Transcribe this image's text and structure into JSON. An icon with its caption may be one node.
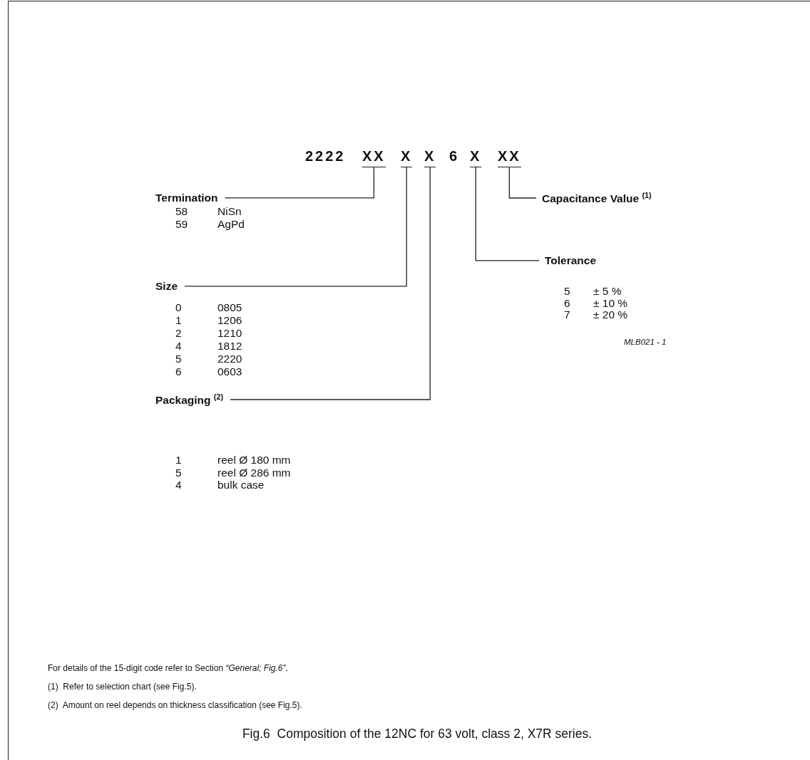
{
  "diagram": {
    "caption": "Fig.6  Composition of the 12NC for 63 volt, class 2, X7R series.",
    "nodes": [
      {
        "text": [
          "XX"
        ]
      },
      {
        "text": [
          "X"
        ]
      },
      {
        "text": [
          "X"
        ]
      },
      {
        "text": [
          "X"
        ]
      },
      {
        "text": [
          "XX"
        ]
      },
      {
        "text": [
          "Termination"
        ]
      },
      {
        "text": [
          "Size"
        ]
      },
      {
        "text": [
          "Packaging $^{(2)}$"
        ]
      },
      {
        "text": [
          "Tolerance"
        ]
      },
      {
        "text": [
          "Capacitance Value $^{(1)}$"
        ]
      }
    ],
    "edges": [
      {
        "from": 5,
        "to": 0,
        "arrow": "none"
      },
      {
        "from": 6,
        "to": 1,
        "arrow": "none"
      },
      {
        "from": 7,
        "to": 2,
        "arrow": "none"
      },
      {
        "from": 8,
        "to": 3,
        "arrow": "none"
      },
      {
        "from": 9,
        "to": 4,
        "arrow": "none"
      }
    ],
    "labels": [
      "2222",
      "6",
      "58",
      "NiSn",
      "59",
      "AgPd",
      "0",
      "0805",
      "1",
      "1206",
      "2",
      "1210",
      "4",
      "1812",
      "5",
      "2220",
      "6",
      "0603",
      "1",
      "reel Ø 180 mm",
      "5",
      "reel Ø 286 mm",
      "4",
      "bulk case",
      "5",
      "± 5 %",
      "6",
      "± 10 %",
      "7",
      "± 20 %",
      "MLB021 - 1",
      "For details of the 15-digit code refer to Section *“General; Fig.6”*.",
      "(1)  Refer to selection chart (see Fig.5).",
      "(2)  Amount on reel depends on thickness classification (see Fig.5)."
    ]
  }
}
